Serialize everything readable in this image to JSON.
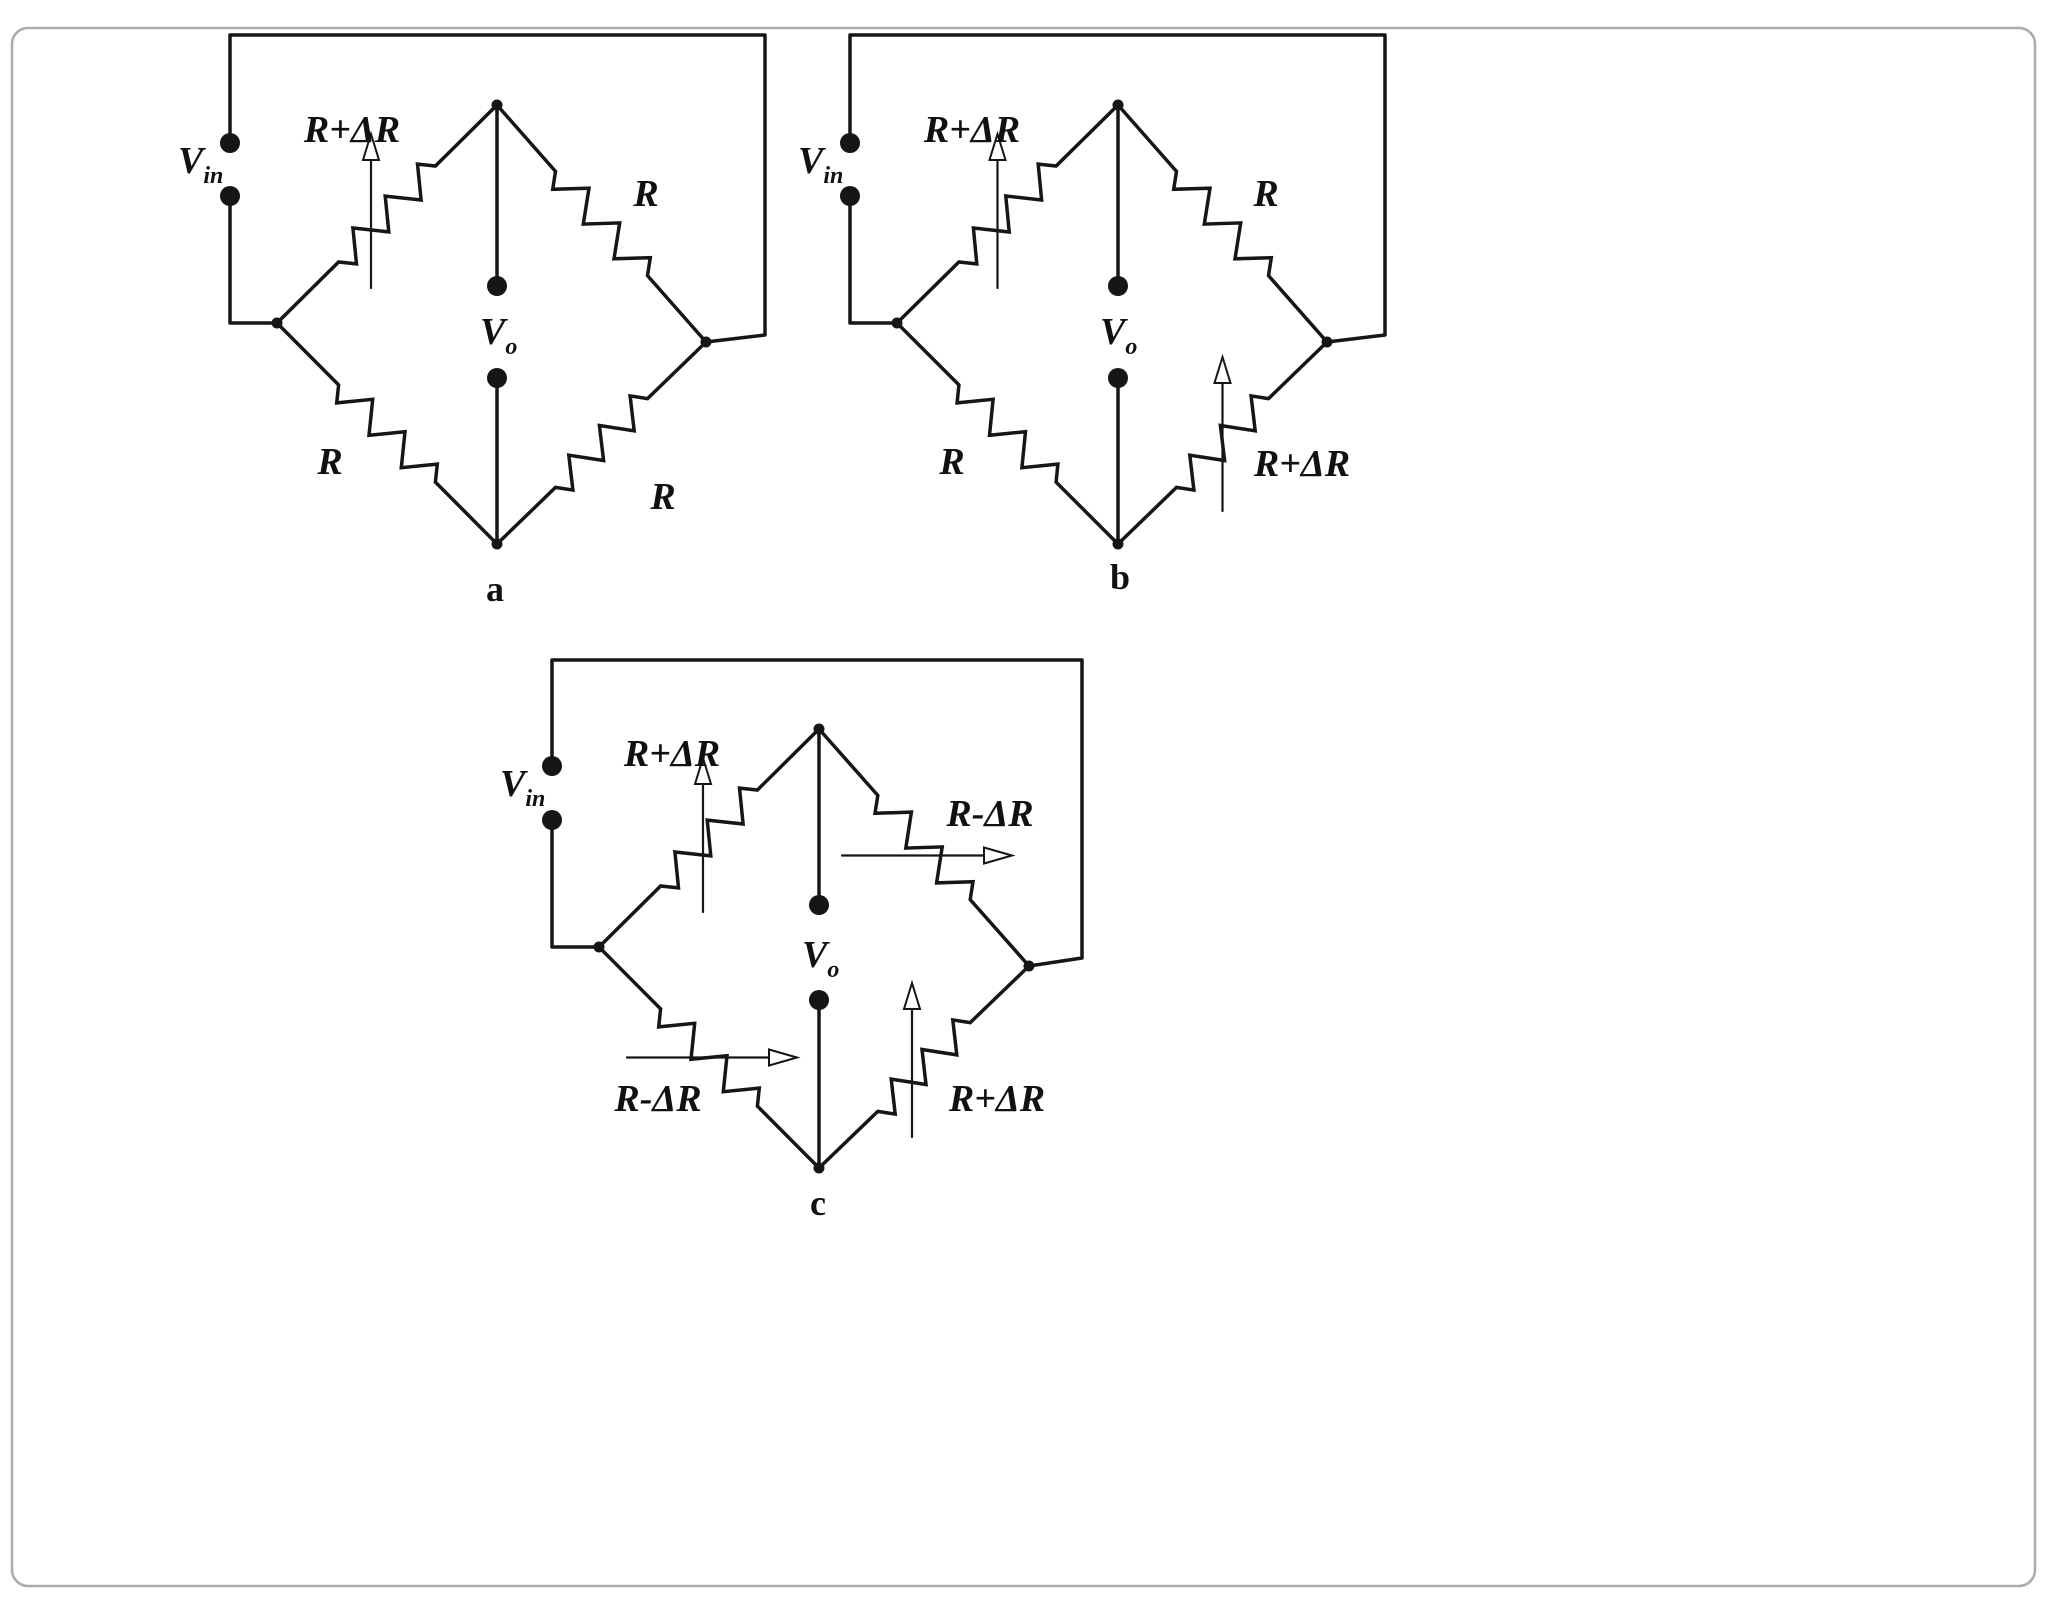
{
  "figure": {
    "bridges": [
      {
        "caption": "a",
        "vin_main": "V",
        "vin_sub": "in",
        "vo_main": "V",
        "vo_sub": "o",
        "r_top_left": "R+ΔR",
        "r_top_right": "R",
        "r_bottom_left": "R",
        "r_bottom_right": "R"
      },
      {
        "caption": "b",
        "vin_main": "V",
        "vin_sub": "in",
        "vo_main": "V",
        "vo_sub": "o",
        "r_top_left": "R+ΔR",
        "r_top_right": "R",
        "r_bottom_left": "R",
        "r_bottom_right": "R+ΔR"
      },
      {
        "caption": "c",
        "vin_main": "V",
        "vin_sub": "in",
        "vo_main": "V",
        "vo_sub": "o",
        "r_top_left": "R+ΔR",
        "r_top_right": "R-ΔR",
        "r_bottom_left": "R-ΔR",
        "r_bottom_right": "R+ΔR"
      }
    ]
  }
}
